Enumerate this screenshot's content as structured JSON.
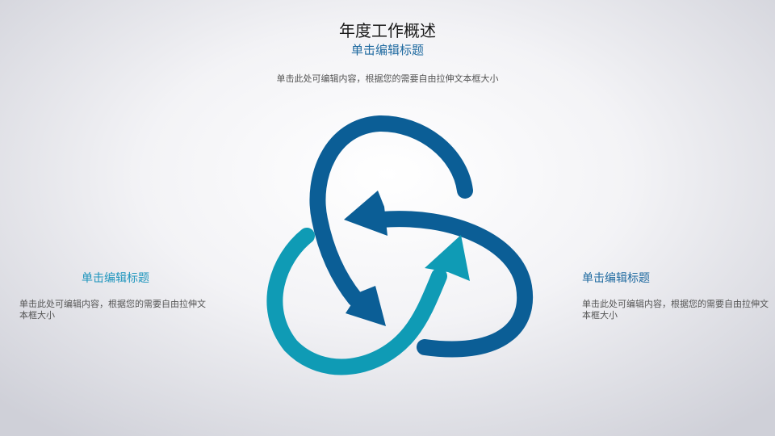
{
  "header": {
    "title": "年度工作概述",
    "subtitle": "单击编辑标题",
    "description": "单击此处可编辑内容，根据您的需要自由拉伸文本框大小"
  },
  "left": {
    "title": "单击编辑标题",
    "text": "单击此处可编辑内容，根据您的需要自由拉伸文本框大小"
  },
  "right": {
    "title": "单击编辑标题",
    "text": "单击此处可编辑内容，根据您的需要自由拉伸文本框大小"
  },
  "colors": {
    "dark": "#0B5E96",
    "teal": "#0F9BB5"
  }
}
